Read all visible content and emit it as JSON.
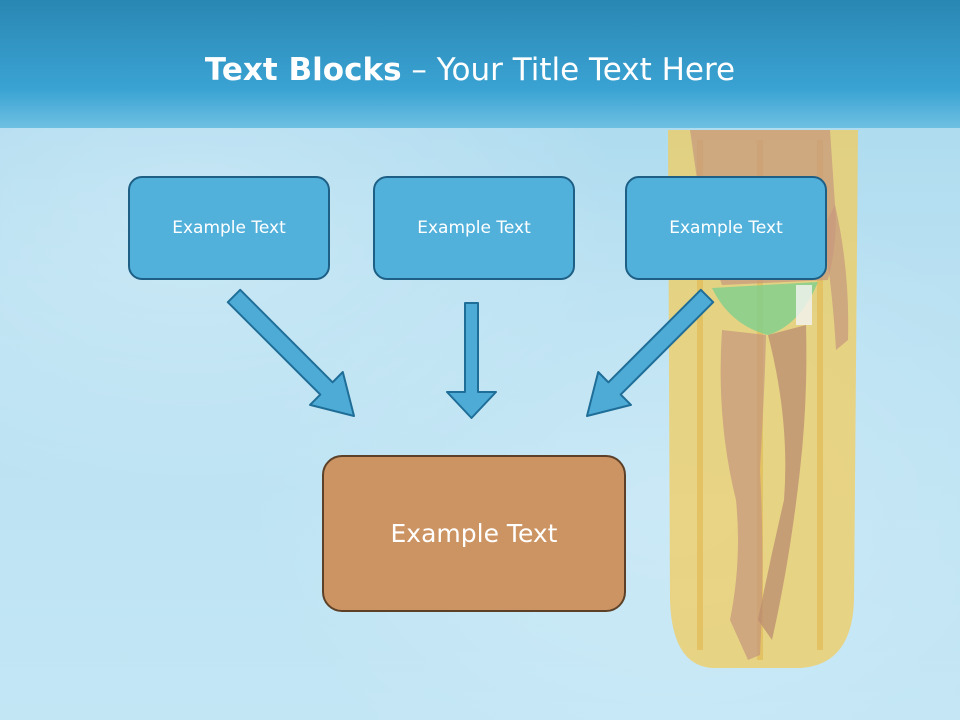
{
  "slide": {
    "title_bold": "Text Blocks",
    "title_dash": " – ",
    "title_rest": "Your Title Text Here"
  },
  "boxes": {
    "top": [
      "Example Text",
      "Example Text",
      "Example Text"
    ],
    "bottom": "Example Text"
  },
  "colors": {
    "header": "#3aa3d3",
    "box_fill": "#52b1db",
    "box_border": "#1e5f86",
    "target_fill": "#cd9463",
    "target_border": "#5c4128",
    "arrow_fill": "#4eabd6",
    "arrow_stroke": "#1f6e98"
  }
}
